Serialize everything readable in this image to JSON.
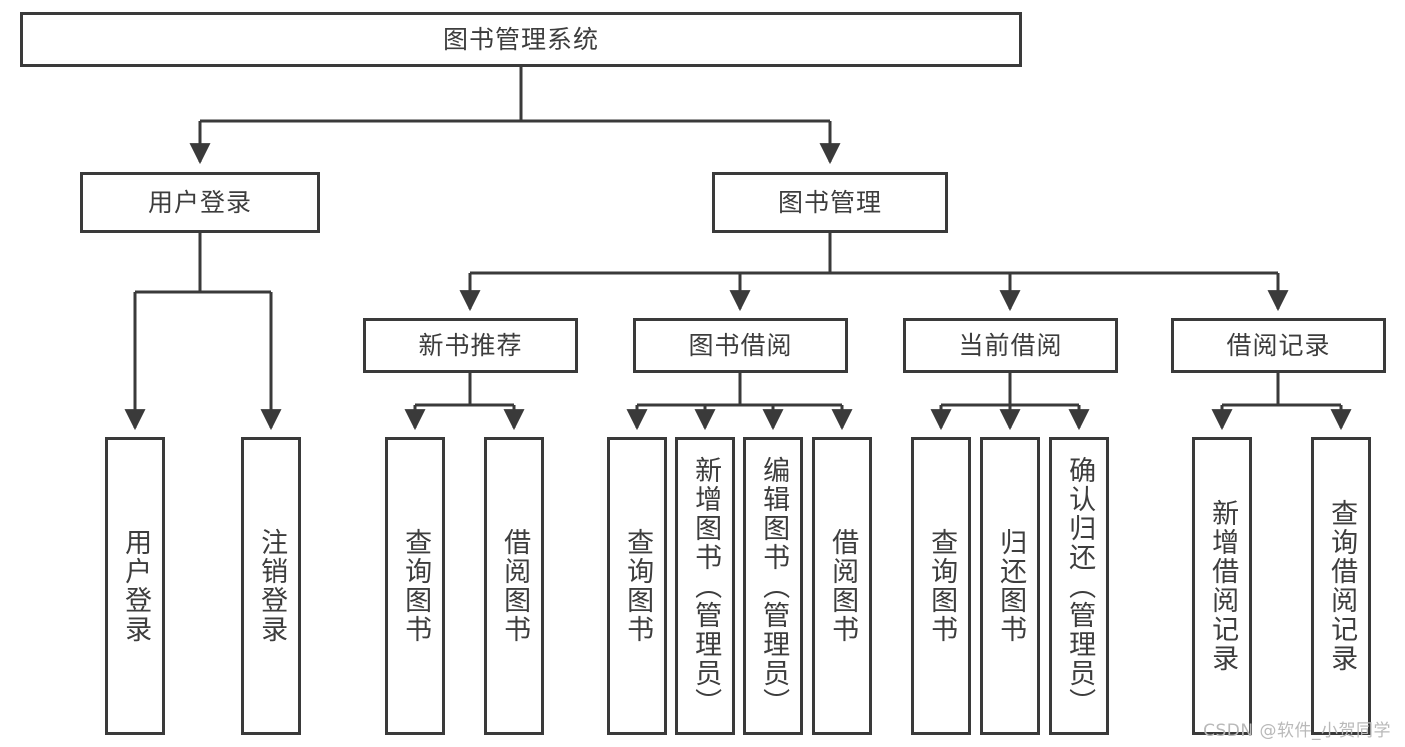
{
  "diagram": {
    "title": "图书管理系统",
    "type": "hierarchy-tree",
    "watermark": "CSDN @软件_小贺同学",
    "colors": {
      "stroke": "#3a3a3a",
      "text": "#3d3d3d",
      "background": "#ffffff",
      "watermark": "#b9b9b9"
    },
    "nodes": {
      "root": {
        "label": "图书管理系统",
        "level": 1
      },
      "level2": [
        {
          "id": "user-login",
          "label": "用户登录"
        },
        {
          "id": "book-management",
          "label": "图书管理"
        }
      ],
      "level3": [
        {
          "id": "new-book-recommend",
          "label": "新书推荐",
          "parent": "book-management"
        },
        {
          "id": "book-borrow",
          "label": "图书借阅",
          "parent": "book-management"
        },
        {
          "id": "current-borrow",
          "label": "当前借阅",
          "parent": "book-management"
        },
        {
          "id": "borrow-record",
          "label": "借阅记录",
          "parent": "book-management"
        }
      ],
      "leaves": [
        {
          "id": "leaf-user-login",
          "label": "用户登录",
          "parent": "user-login"
        },
        {
          "id": "leaf-logout",
          "label": "注销登录",
          "parent": "user-login"
        },
        {
          "id": "leaf-query-book-1",
          "label": "查询图书",
          "parent": "new-book-recommend"
        },
        {
          "id": "leaf-borrow-book-1",
          "label": "借阅图书",
          "parent": "new-book-recommend"
        },
        {
          "id": "leaf-query-book-2",
          "label": "查询图书",
          "parent": "book-borrow"
        },
        {
          "id": "leaf-add-book",
          "label": "新增图书（管理员）",
          "parent": "book-borrow"
        },
        {
          "id": "leaf-edit-book",
          "label": "编辑图书（管理员）",
          "parent": "book-borrow"
        },
        {
          "id": "leaf-borrow-book-2",
          "label": "借阅图书",
          "parent": "book-borrow"
        },
        {
          "id": "leaf-query-book-3",
          "label": "查询图书",
          "parent": "current-borrow"
        },
        {
          "id": "leaf-return-book",
          "label": "归还图书",
          "parent": "current-borrow"
        },
        {
          "id": "leaf-confirm-return",
          "label": "确认归还（管理员）",
          "parent": "current-borrow"
        },
        {
          "id": "leaf-add-record",
          "label": "新增借阅记录",
          "parent": "borrow-record"
        },
        {
          "id": "leaf-query-record",
          "label": "查询借阅记录",
          "parent": "borrow-record"
        }
      ]
    }
  }
}
